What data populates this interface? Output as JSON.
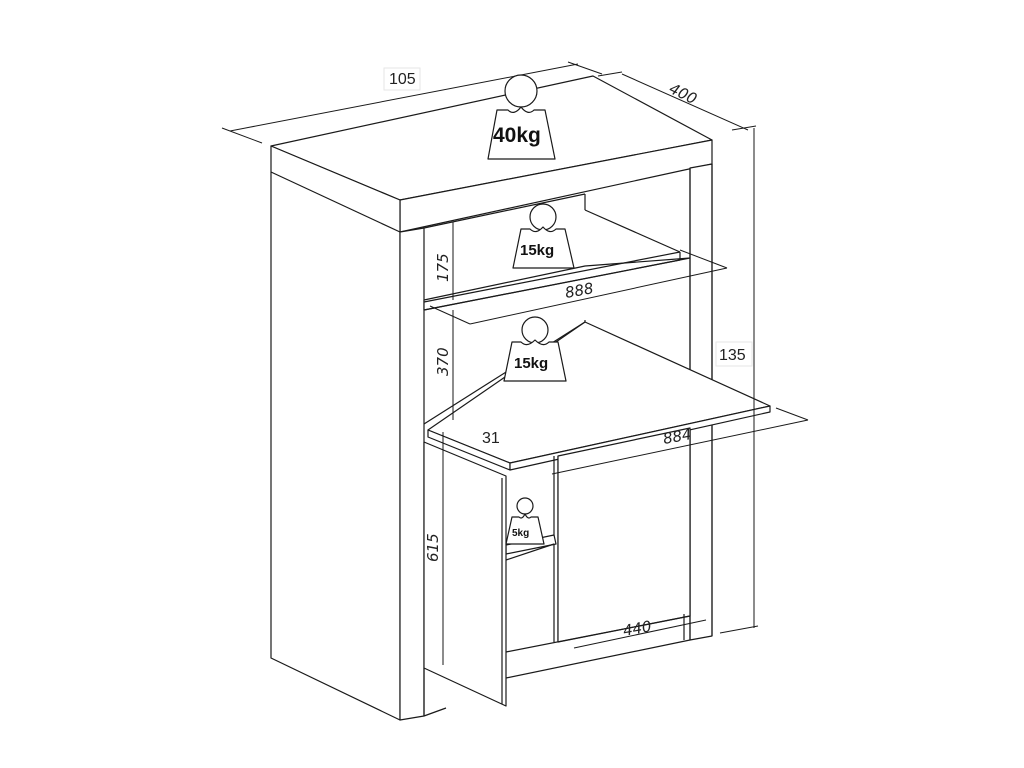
{
  "diagram": {
    "subject": "cabinet with fold-down desk, shelves and doors",
    "dimensions": {
      "overall_width": "105",
      "depth": "400",
      "overall_height": "135",
      "top_compartment_height": "175",
      "middle_compartment_height": "370",
      "lower_compartment_height": "615",
      "top_shelf_width": "888",
      "desk_width": "884",
      "desk_thickness": "31",
      "lower_shelf_depth": "440"
    },
    "loads": {
      "top": "40kg",
      "upper_shelf": "15kg",
      "desk": "15kg",
      "lower_shelf": "5kg"
    },
    "colors": {
      "line": "#1a1a1a",
      "background": "#ffffff"
    }
  }
}
